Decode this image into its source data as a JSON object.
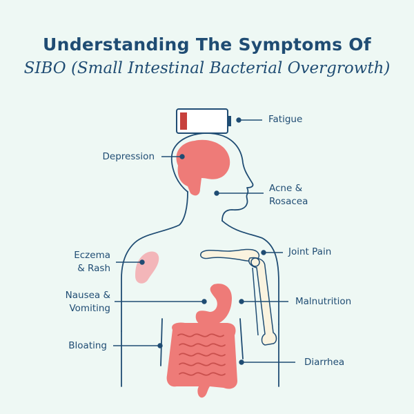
{
  "title": {
    "line1": "Understanding The Symptoms Of",
    "line2": "SIBO (Small Intestinal Bacterial Overgrowth)"
  },
  "labels": {
    "fatigue": "Fatigue",
    "depression": "Depression",
    "acne_line1": "Acne &",
    "acne_line2": "Rosacea",
    "eczema_line1": "Eczema",
    "eczema_line2": "& Rash",
    "joint_pain": "Joint Pain",
    "nausea_line1": "Nausea &",
    "nausea_line2": "Vomiting",
    "malnutrition": "Malnutrition",
    "bloating": "Bloating",
    "diarrhea": "Diarrhea"
  },
  "colors": {
    "background": "#eef8f4",
    "ink": "#1f4c73",
    "organ": "#ee7b78",
    "organ_dark": "#c9504d",
    "skin_patch": "#f3b6b9",
    "bone": "#faf3df",
    "battery_low": "#c7413d"
  }
}
